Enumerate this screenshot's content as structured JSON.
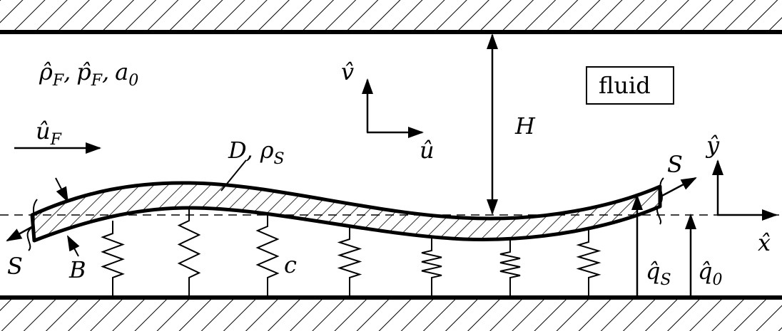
{
  "labels": {
    "rho_f": {
      "main": "ρ̂",
      "sub": "F"
    },
    "p_f": {
      "main": "p̂",
      "sub": "F"
    },
    "a0": {
      "main": "a",
      "sub": "0"
    },
    "comma": ",",
    "u_f": {
      "main": "û",
      "sub": "F"
    },
    "v_hat": "v̂",
    "u_hat": "û",
    "H": "H",
    "fluid": "fluid",
    "D": "D",
    "rho_s": {
      "main": "ρ",
      "sub": "S"
    },
    "S": "S",
    "B": "B",
    "c": "c",
    "y_hat": "ŷ",
    "x_hat": "x̂",
    "q_s": {
      "main": "q̂",
      "sub": "S"
    },
    "q_0": {
      "main": "q̂",
      "sub": "0"
    }
  }
}
